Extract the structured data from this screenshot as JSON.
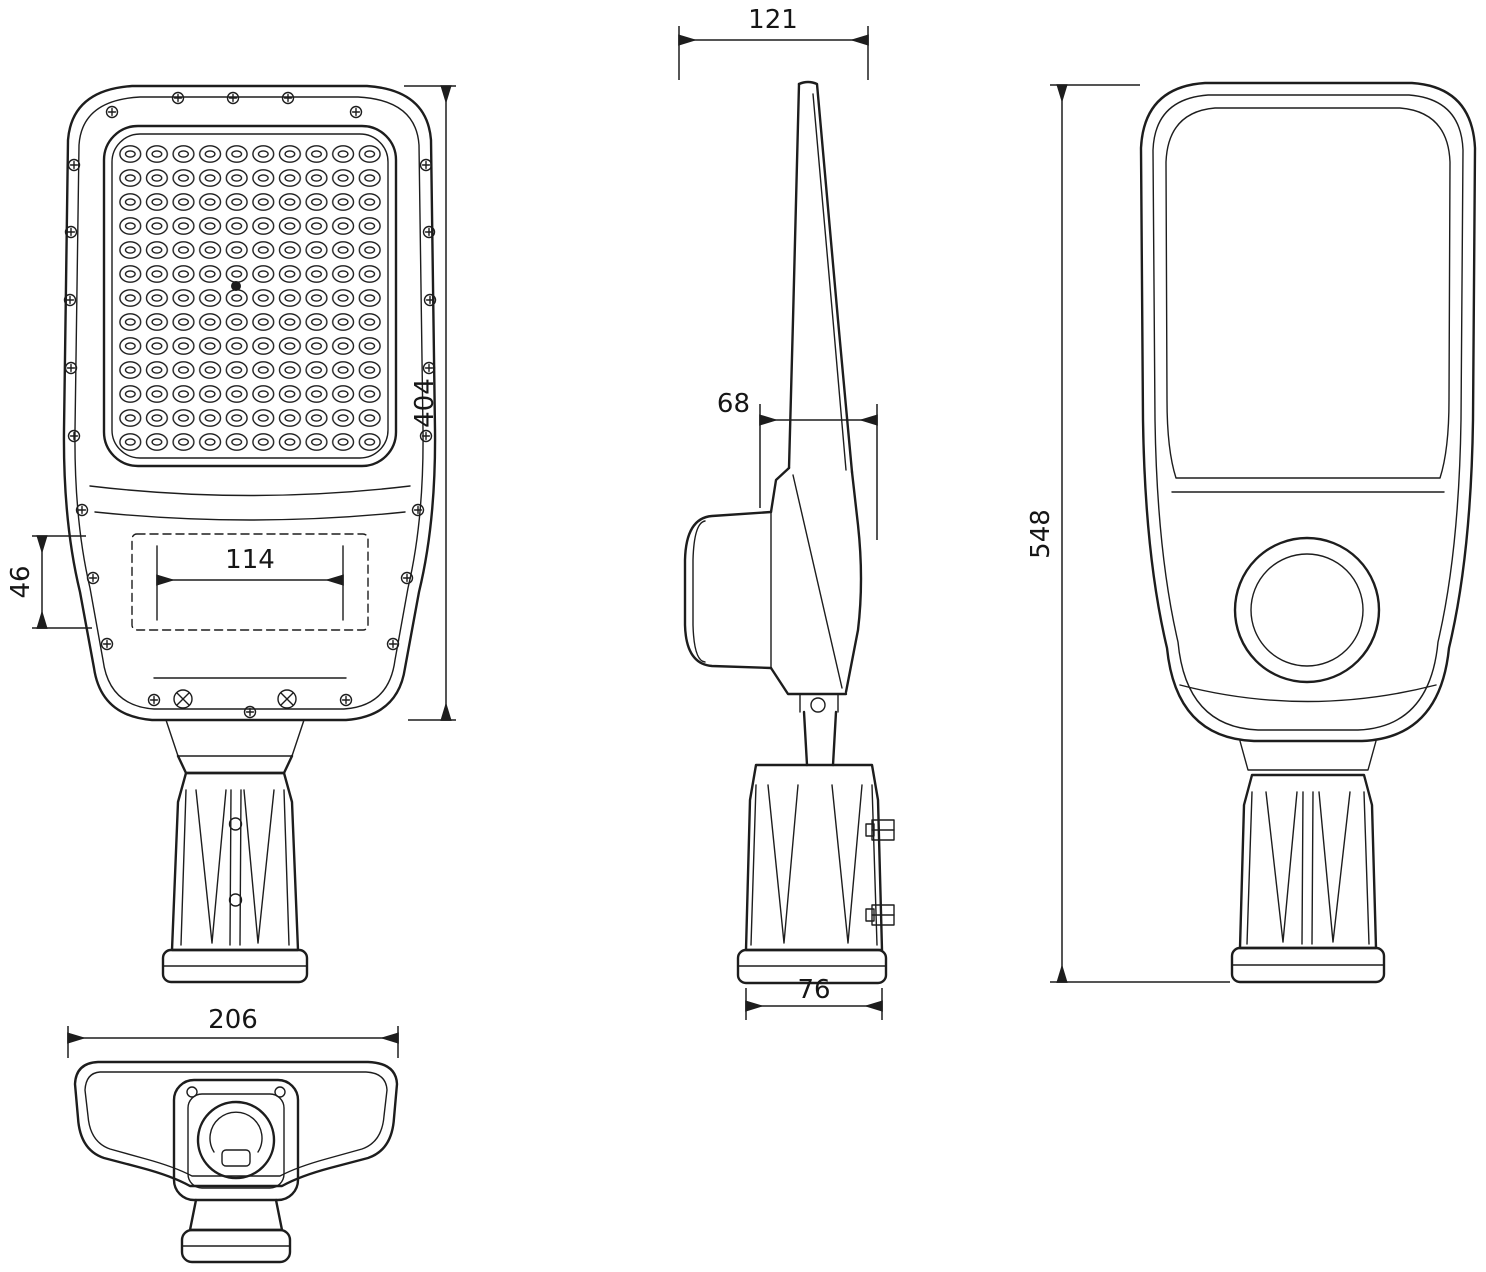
{
  "dimensions": {
    "front_total_height": "404",
    "front_compartment_height": "46",
    "front_compartment_width": "114",
    "side_head_depth": "121",
    "side_body_depth": "68",
    "side_mount_width": "76",
    "back_total_height": "548",
    "bottom_total_width": "206"
  },
  "colors": {
    "line": "#1d1d1d",
    "background": "#ffffff"
  }
}
